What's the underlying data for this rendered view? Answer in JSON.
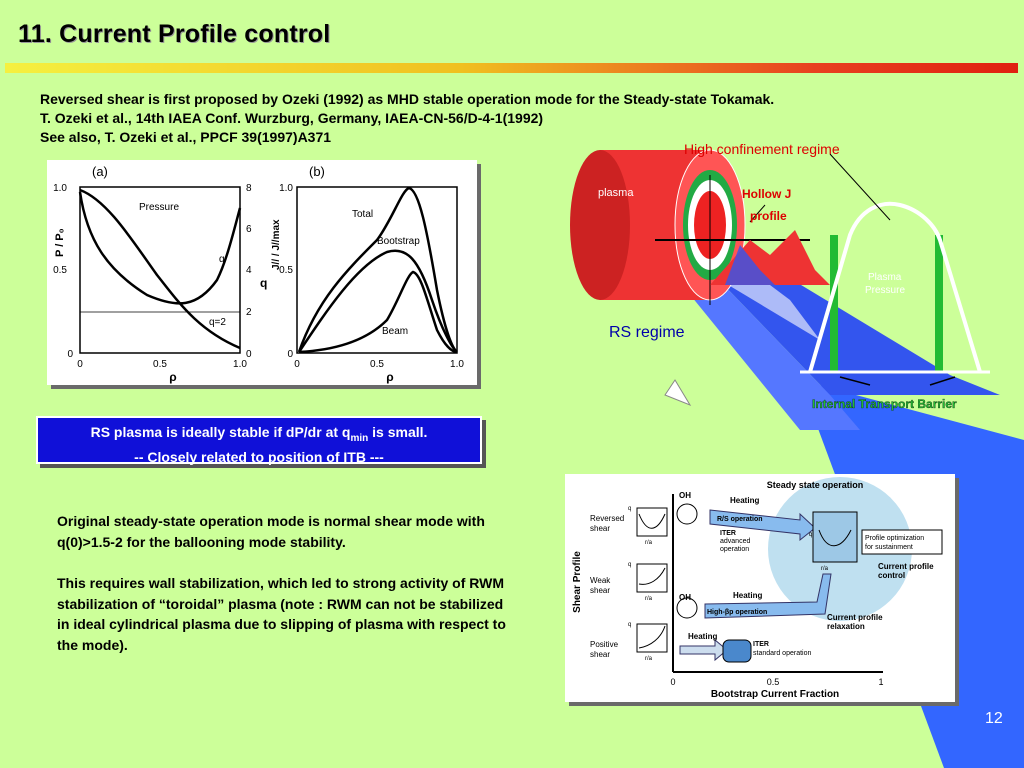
{
  "slide": {
    "title": "11. Current Profile control",
    "page_number": "12"
  },
  "intro": {
    "line1": "Reversed shear is first proposed by Ozeki (1992) as MHD stable operation mode for the Steady-state Tokamak.",
    "line2": "T. Ozeki et al., 14th IAEA Conf. Wurzburg, Germany, IAEA-CN-56/D-4-1(1992)",
    "line3": "See also, T. Ozeki et al., PPCF 39(1997)A371"
  },
  "fig_ab": {
    "panel_a": {
      "tag": "(a)",
      "ylabel": "P / P₀",
      "ylabel_right": "q",
      "xlabel": "ρ",
      "left_ticks": [
        "1.0",
        "0.5",
        "0"
      ],
      "right_ticks": [
        "8",
        "6",
        "4",
        "2",
        "0"
      ],
      "x_ticks": [
        "0",
        "0.5",
        "1.0"
      ],
      "labels": {
        "pressure": "Pressure",
        "q": "q",
        "q2": "q=2"
      }
    },
    "panel_b": {
      "tag": "(b)",
      "ylabel": "J// / J//max",
      "xlabel": "ρ",
      "left_ticks": [
        "1.0",
        "0.5",
        "0"
      ],
      "x_ticks": [
        "0",
        "0.5",
        "1.0"
      ],
      "labels": {
        "total": "Total",
        "bootstrap": "Bootstrap",
        "beam": "Beam"
      }
    }
  },
  "stable_box": {
    "line1_pre": "RS plasma is ideally stable if dP/dr at q",
    "line1_sub": "min",
    "line1_post": " is small.",
    "line2": "-- Closely related to position of ITB ---"
  },
  "body": {
    "para1": "Original steady-state operation mode is normal shear mode with q(0)>1.5-2 for the ballooning mode stability.",
    "para2": "This requires wall stabilization, which led to strong activity of RWM stabilization of “toroidal” plasma (note : RWM can not be stabilized in ideal cylindrical plasma due to slipping of plasma with respect to the mode)."
  },
  "fig_rs": {
    "high_conf": "High confinement regime",
    "hollow": "Hollow J",
    "profile": "profile",
    "plasma": "plasma",
    "plasma_label": "Plasma",
    "pressure_label": "Pressure",
    "rs_regime": "RS regime",
    "itb": "Internal Transport Barrier"
  },
  "fig_ss": {
    "steady": "Steady state operation",
    "y_axis": "Shear Profile",
    "x_axis": "Bootstrap Current Fraction",
    "x_ticks": [
      "0",
      "0.5",
      "1"
    ],
    "rows": [
      "Reversed",
      "shear",
      "Weak",
      "shear",
      "Positive",
      "shear"
    ],
    "q": "q",
    "ra": "r/a",
    "oh": "OH",
    "heating": "Heating",
    "rs_operation": "R/S operation",
    "iter_adv": [
      "ITER",
      "advanced",
      "operation"
    ],
    "profile_opt": [
      "Profile optimization",
      "for sustainment"
    ],
    "cpc": [
      "Current profile",
      "control"
    ],
    "high_bp": "High-βp operation",
    "cpr": [
      "Current profile",
      "relaxation"
    ],
    "iter_std": [
      "ITER",
      "standard operation"
    ]
  },
  "colors": {
    "background": "#ccff99",
    "accent_blue": "#1010d8",
    "wedge_blue": "#3366ff"
  }
}
